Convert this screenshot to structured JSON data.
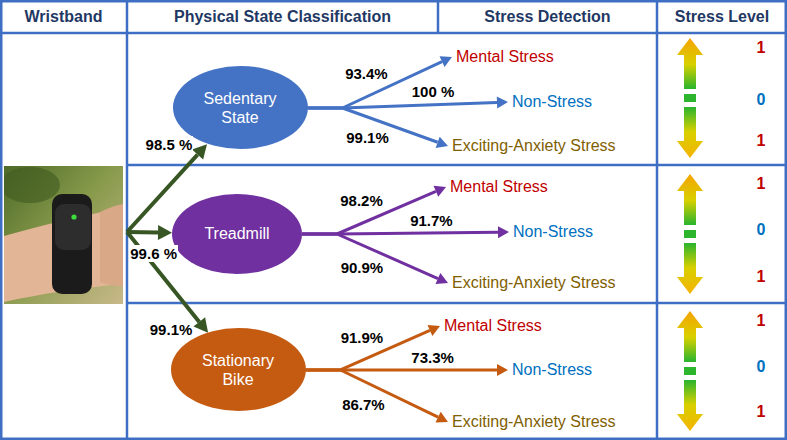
{
  "diagram": {
    "nodes": [
      {
        "text": [
          "Wristband"
        ]
      },
      {
        "text": [
          "Sedentary State"
        ]
      },
      {
        "text": [
          "Mental Stress"
        ]
      },
      {
        "text": [
          "Non-Stress"
        ]
      },
      {
        "text": [
          "Exciting-Anxiety Stress"
        ]
      },
      {
        "text": [
          "Treadmill"
        ]
      },
      {
        "text": [
          "Mental Stress"
        ]
      },
      {
        "text": [
          "Non-Stress"
        ]
      },
      {
        "text": [
          "Exciting-Anxiety Stress"
        ]
      },
      {
        "text": [
          "Stationary Bike"
        ]
      },
      {
        "text": [
          "Mental Stress"
        ]
      },
      {
        "text": [
          "Non-Stress"
        ]
      },
      {
        "text": [
          "Exciting-Anxiety Stress"
        ]
      }
    ],
    "edges": [
      {
        "from": 0,
        "to": 1,
        "arrow": "to",
        "label": "98.5 %"
      },
      {
        "from": 0,
        "to": 5,
        "arrow": "to",
        "label": "99.6 %"
      },
      {
        "from": 0,
        "to": 9,
        "arrow": "to",
        "label": "99.1%"
      },
      {
        "from": 1,
        "to": 2,
        "arrow": "to",
        "label": "93.4%"
      },
      {
        "from": 1,
        "to": 3,
        "arrow": "to",
        "label": "100 %"
      },
      {
        "from": 1,
        "to": 4,
        "arrow": "to",
        "label": "99.1%"
      },
      {
        "from": 5,
        "to": 6,
        "arrow": "to",
        "label": "98.2%"
      },
      {
        "from": 5,
        "to": 7,
        "arrow": "to",
        "label": "91.7%"
      },
      {
        "from": 5,
        "to": 8,
        "arrow": "to",
        "label": "90.9%"
      },
      {
        "from": 9,
        "to": 10,
        "arrow": "to",
        "label": "91.9%"
      },
      {
        "from": 9,
        "to": 11,
        "arrow": "to",
        "label": "73.3%"
      },
      {
        "from": 9,
        "to": 12,
        "arrow": "to",
        "label": "86.7%"
      }
    ],
    "labels": [
      "Physical State Classification",
      "Stress Detection",
      "Stress Level",
      "1",
      "0",
      "1",
      "1",
      "0",
      "1",
      "1",
      "0",
      "1"
    ]
  }
}
